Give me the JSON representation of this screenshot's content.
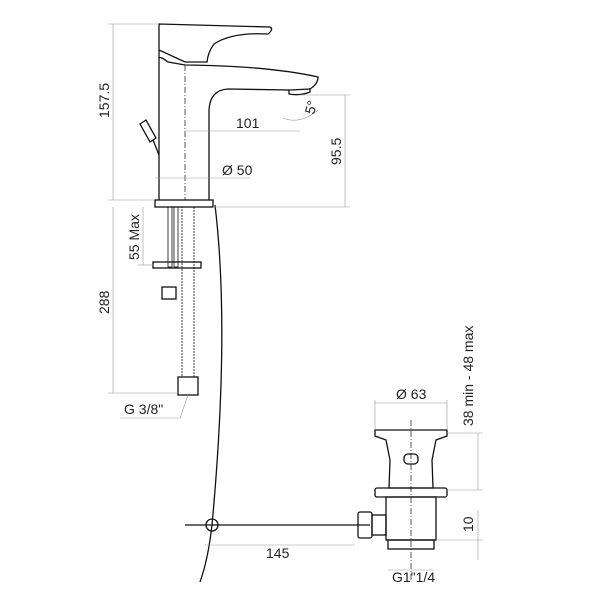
{
  "drawing": {
    "faucet": {
      "height_label": "157.5",
      "spout_reach_label": "101",
      "spout_angle_label": "5°",
      "spout_height_label": "95.5",
      "base_diameter_label": "Ø 50",
      "deck_thickness_label": "55 Max",
      "hose_length_label": "288",
      "connection_label": "G 3/8\""
    },
    "drain": {
      "diameter_label": "Ø 63",
      "thickness_label": "38 min - 48 max",
      "offset_label": "10",
      "thread_label": "G1\"1/4",
      "rod_length_label": "145"
    },
    "colors": {
      "line": "#111111",
      "dimension": "#999999"
    }
  }
}
